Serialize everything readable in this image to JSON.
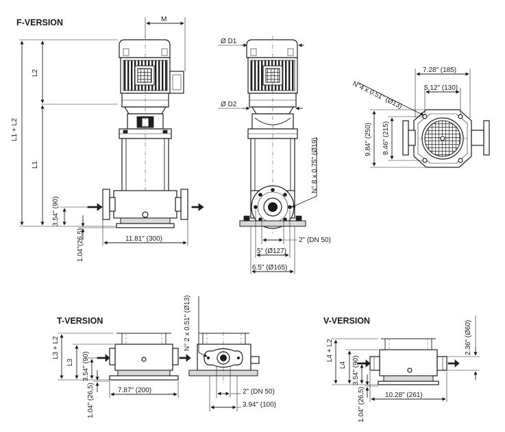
{
  "titles": {
    "f_version": "F-VERSION",
    "t_version": "T-VERSION",
    "v_version": "V-VERSION"
  },
  "dimensions": {
    "m": "M",
    "d1": "Ø D1",
    "d2": "Ø D2",
    "l2": "L2",
    "l1": "L1",
    "l1_l2": "L1 + L2",
    "f_inlet_height": "3.54\" (90)",
    "f_base_height": "1.04\"(26,5)",
    "f_port_to_port": "11.81\" (300)",
    "f_flange_size": "2\" (DN 50)",
    "f_bolt_circle": "5\" (Ø127)",
    "f_flange_dia": "6.5\" (Ø165)",
    "f_flange_bolts": "N° 8 x 0.75\" (Ø19)",
    "top_width_outer": "7.28\" (185)",
    "top_width_inner": "5.12\" (130)",
    "top_holes": "N°4 x 0.51\" (Ø13)",
    "top_depth_outer": "9.84\" (250)",
    "top_depth_inner": "8.46\" (215)",
    "t_holes": "N° 2 x 0.51\" (Ø13)",
    "l3_l2": "L3 + L2",
    "l3": "L3",
    "t_inlet_height": "3.54\" (90)",
    "t_base_height": "1.04\" (26,5)",
    "t_port_to_port": "7.87\" (200)",
    "t_flange_size": "2\" (DN 50)",
    "t_flange_width": "3.94\" (100)",
    "l4_l2": "L4 + L2",
    "l4": "L4",
    "v_inlet_height": "3.54\" (90)",
    "v_base_height": "1.04\" (26,5)",
    "v_port_to_port": "10.28\" (261)",
    "v_port_dia": "2.36\" (Ø60)"
  }
}
